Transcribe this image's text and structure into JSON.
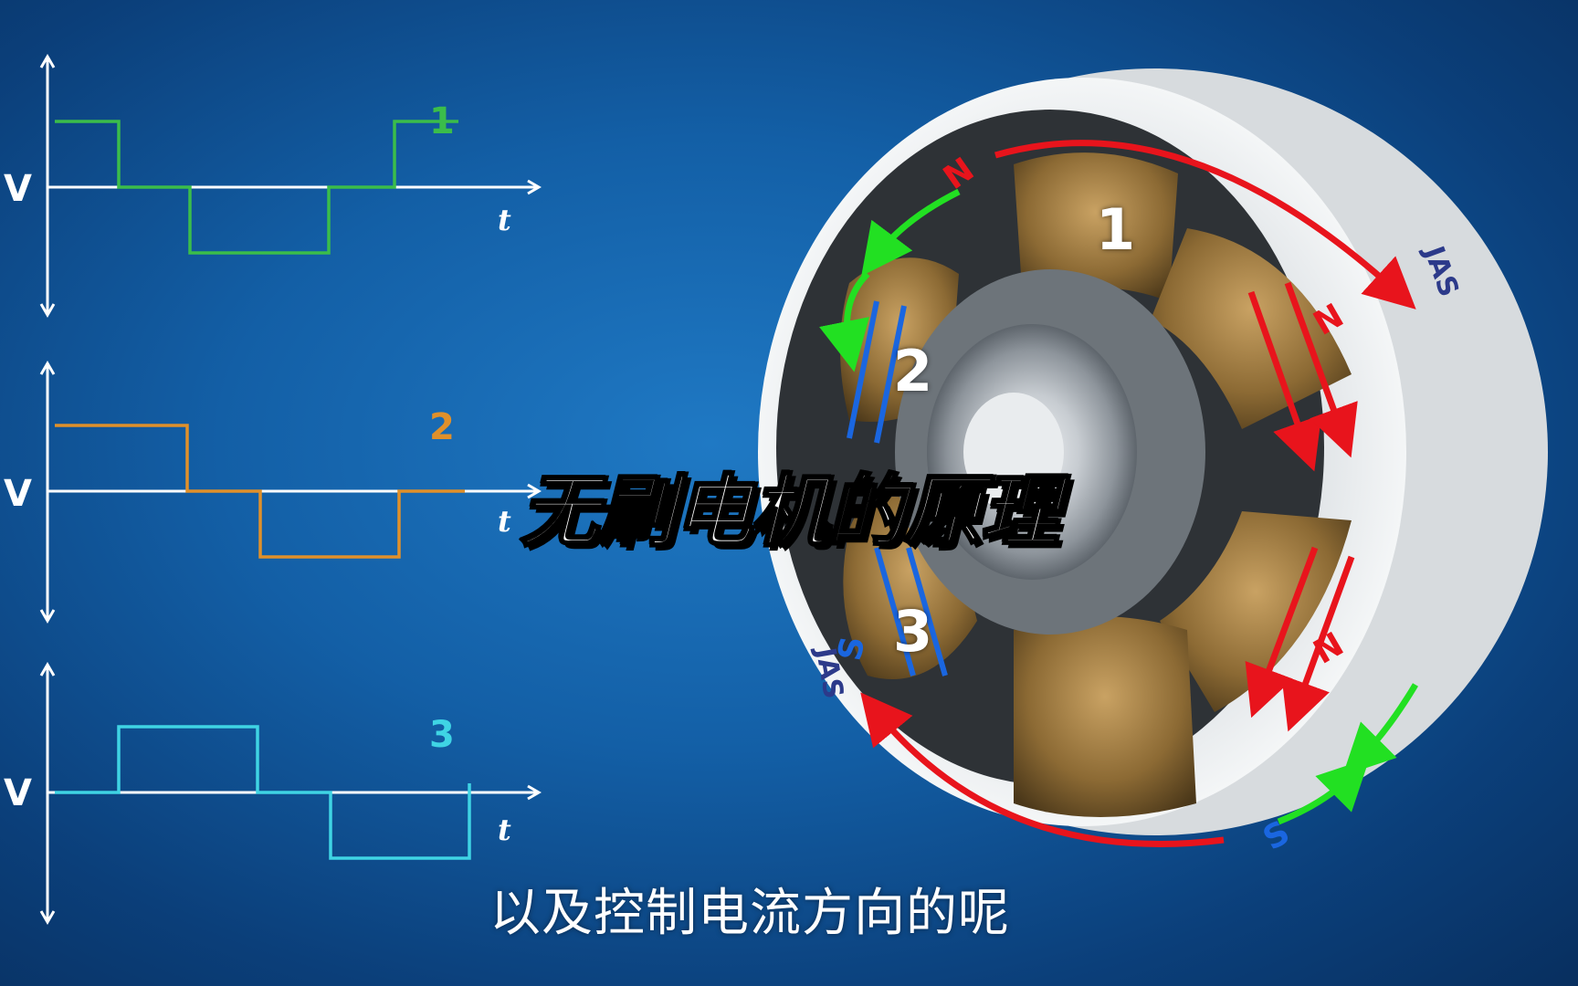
{
  "waveforms": [
    {
      "number": "1",
      "color": "#3bbd4a",
      "levels": [
        1,
        0,
        -1,
        0,
        1
      ]
    },
    {
      "number": "2",
      "color": "#e0902a",
      "levels": [
        1,
        0,
        -1,
        0
      ]
    },
    {
      "number": "3",
      "color": "#3fd4e4",
      "levels": [
        0,
        1,
        0,
        -1
      ]
    }
  ],
  "axis": {
    "y_label": "V",
    "x_label": "t"
  },
  "motor": {
    "coil_numbers": [
      "1",
      "2",
      "3"
    ],
    "pole_labels": {
      "north": "N",
      "south": "S"
    },
    "brand_mark": "JAS",
    "colors": {
      "positive": "#e8141c",
      "negative": "#1a66e0",
      "field": "#22e022",
      "coil": "#9c7a3c"
    }
  },
  "overlay_title": "无刷电机的原理",
  "subtitle": "以及控制电流方向的呢"
}
